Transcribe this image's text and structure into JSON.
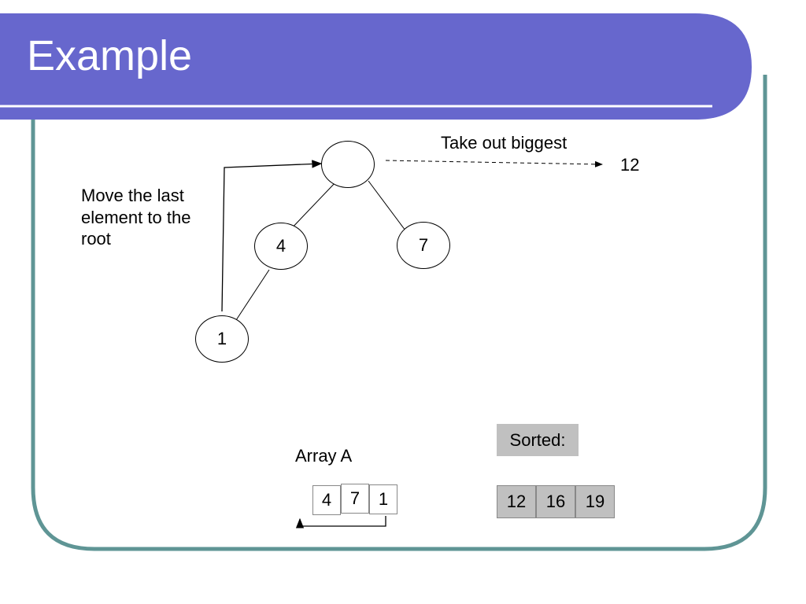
{
  "slide": {
    "title": "Example",
    "colors": {
      "title_bar": "#6767cd",
      "frame_border": "#5f9595",
      "sorted_fill": "#c0c0c0"
    }
  },
  "tree": {
    "root_value": "",
    "nodes": [
      "4",
      "7",
      "1"
    ]
  },
  "annotations": {
    "move_last_line1": "Move the last",
    "move_last_line2": "element to the",
    "move_last_line3": "root",
    "take_out": "Take out biggest",
    "taken_value": "12"
  },
  "array": {
    "label": "Array A",
    "cells": [
      "4",
      "7",
      "1"
    ]
  },
  "sorted": {
    "label": "Sorted:",
    "cells": [
      "12",
      "16",
      "19"
    ]
  }
}
